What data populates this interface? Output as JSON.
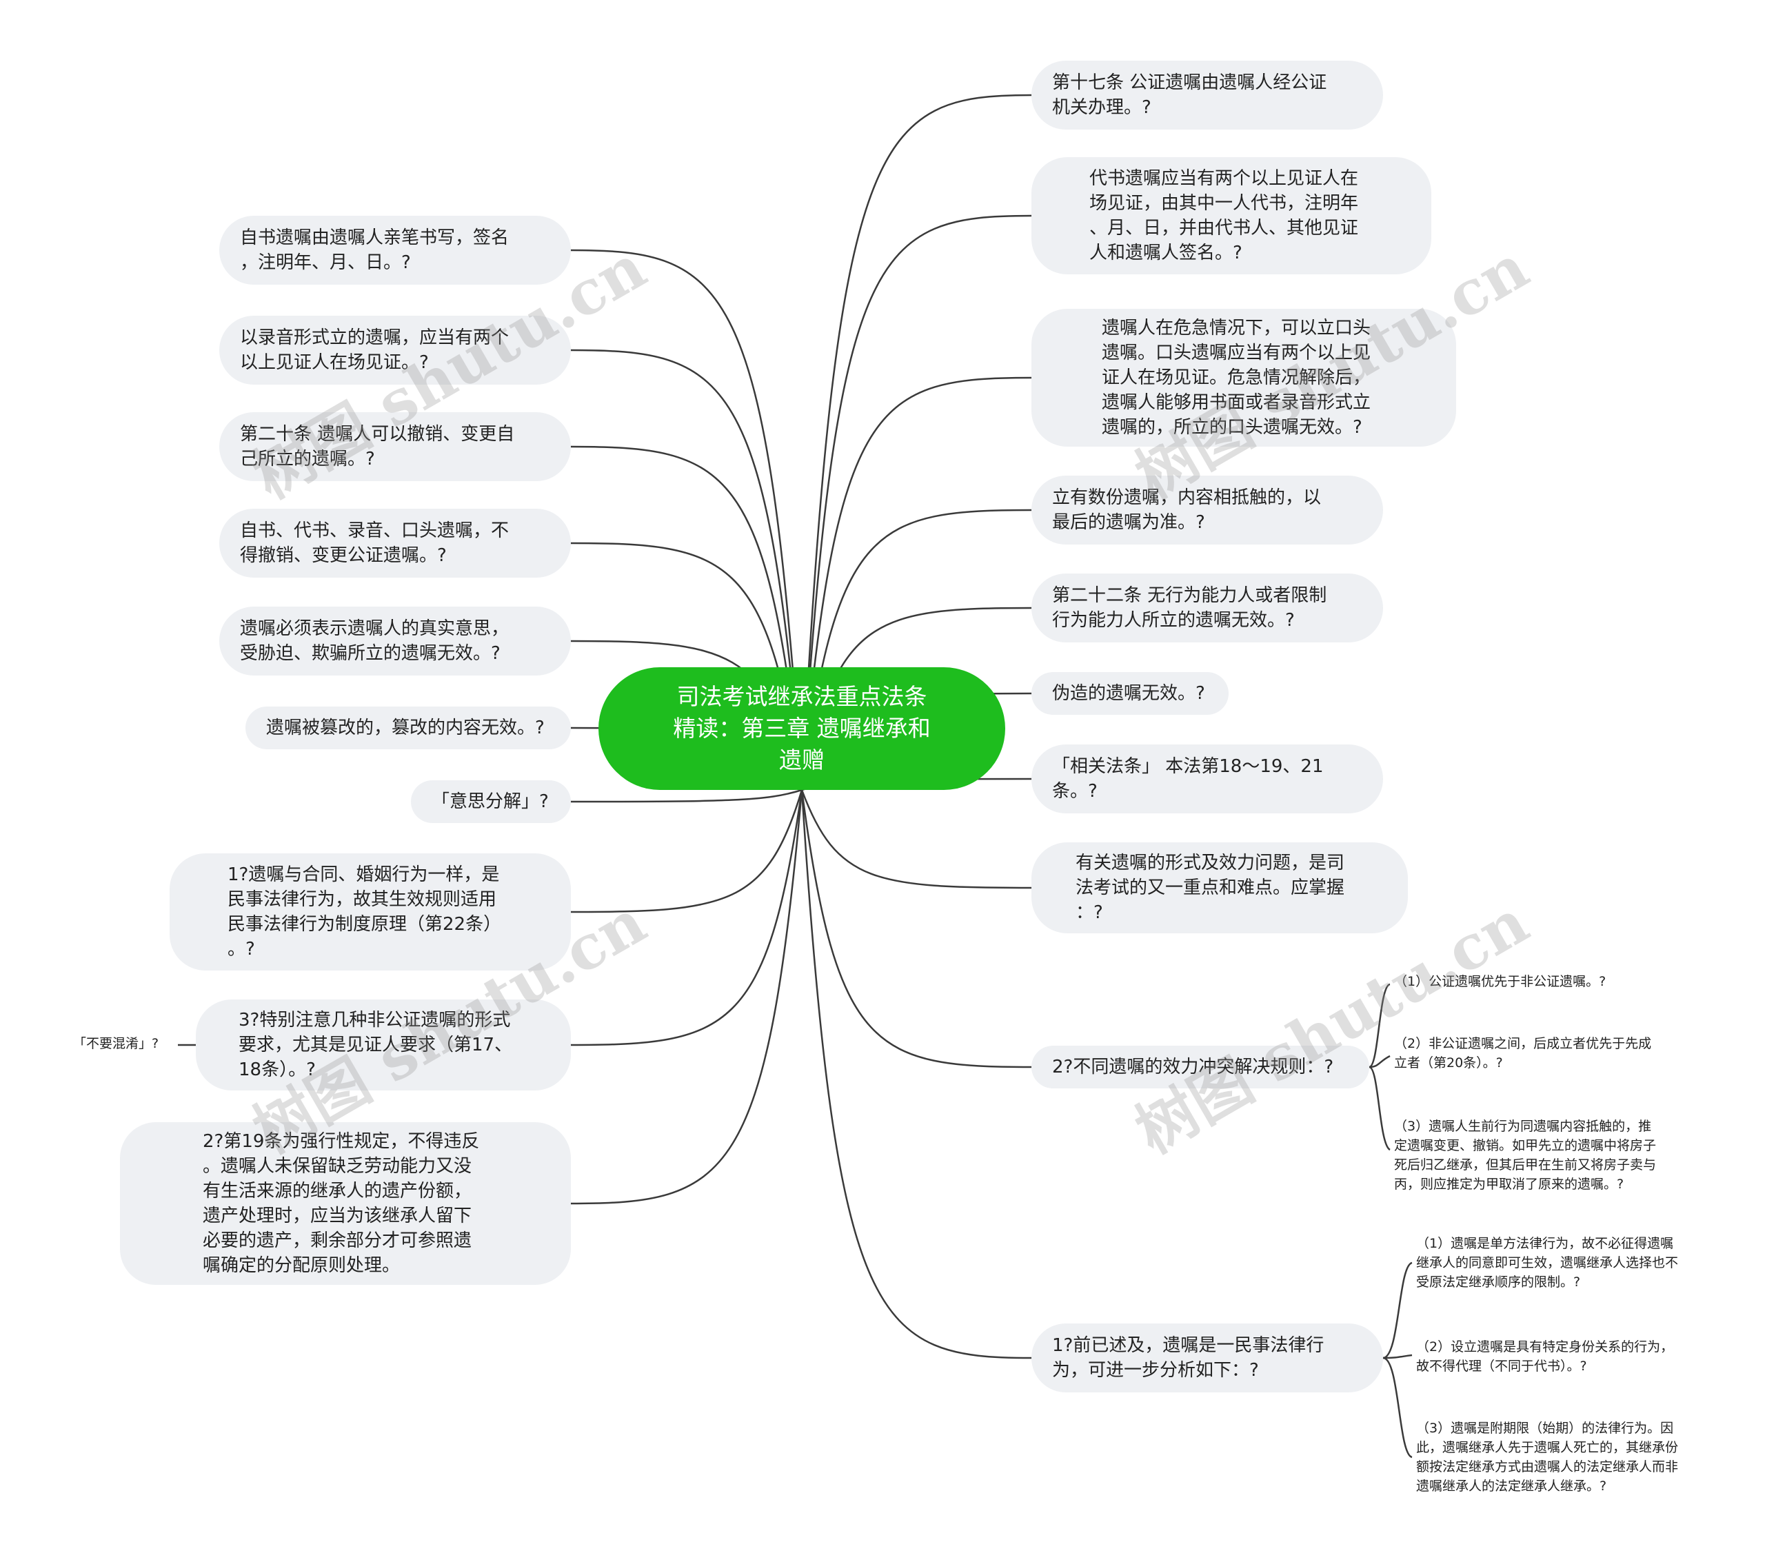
{
  "central": "司法考试继承法重点法条\n精读：第三章 遗嘱继承和\n遗赠",
  "left_nodes": [
    "自书遗嘱由遗嘱人亲笔书写，签名\n，注明年、月、日。?",
    "以录音形式立的遗嘱，应当有两个\n以上见证人在场见证。?",
    "第二十条 遗嘱人可以撤销、变更自\n己所立的遗嘱。?",
    "自书、代书、录音、口头遗嘱，不\n得撤销、变更公证遗嘱。?",
    "遗嘱必须表示遗嘱人的真实意思，\n受胁迫、欺骗所立的遗嘱无效。?",
    "遗嘱被篡改的，篡改的内容无效。?",
    "「意思分解」?",
    "1?遗嘱与合同、婚姻行为一样，是\n民事法律行为，故其生效规则适用\n民事法律行为制度原理（第22条）\n。?",
    "3?特别注意几种非公证遗嘱的形式\n要求，尤其是见证人要求（第17、\n18条）。?",
    "2?第19条为强行性规定，不得违反\n。遗嘱人未保留缺乏劳动能力又没\n有生活来源的继承人的遗产份额，\n遗产处理时，应当为该继承人留下\n必要的遗产，剩余部分才可参照遗\n嘱确定的分配原则处理。"
  ],
  "left_leaf": "「不要混淆」?",
  "right_nodes": [
    "第十七条 公证遗嘱由遗嘱人经公证\n机关办理。?",
    "代书遗嘱应当有两个以上见证人在\n场见证，由其中一人代书，注明年\n、月、日，并由代书人、其他见证\n人和遗嘱人签名。?",
    "遗嘱人在危急情况下，可以立口头\n遗嘱。口头遗嘱应当有两个以上见\n证人在场见证。危急情况解除后，\n遗嘱人能够用书面或者录音形式立\n遗嘱的，所立的口头遗嘱无效。?",
    "立有数份遗嘱，内容相抵触的，以\n最后的遗嘱为准。?",
    "第二十二条 无行为能力人或者限制\n行为能力人所立的遗嘱无效。?",
    "伪造的遗嘱无效。?",
    "「相关法条」 本法第18～19、21\n条。?",
    "有关遗嘱的形式及效力问题，是司\n法考试的又一重点和难点。应掌握\n：?",
    "2?不同遗嘱的效力冲突解决规则：?",
    "1?前已述及，遗嘱是一民事法律行\n为，可进一步分析如下：?"
  ],
  "conflict_leaves": [
    "（1）公证遗嘱优先于非公证遗嘱。?",
    "（2）非公证遗嘱之间，后成立者优先于先成\n立者（第20条）。?",
    "（3）遗嘱人生前行为同遗嘱内容抵触的，推\n定遗嘱变更、撤销。如甲先立的遗嘱中将房子\n死后归乙继承，但其后甲在生前又将房子卖与\n丙，则应推定为甲取消了原来的遗嘱。?"
  ],
  "analysis_leaves": [
    "（1）遗嘱是单方法律行为，故不必征得遗嘱\n继承人的同意即可生效，遗嘱继承人选择也不\n受原法定继承顺序的限制。?",
    "（2）设立遗嘱是具有特定身份关系的行为，\n故不得代理（不同于代书）。?",
    "（3）遗嘱是附期限（始期）的法律行为。因\n此，遗嘱继承人先于遗嘱人死亡的，其继承份\n额按法定继承方式由遗嘱人的法定继承人而非\n遗嘱继承人的法定继承人继承。?"
  ],
  "watermarks": [
    "树图 shutu.cn",
    "树图 shutu.cn",
    "树图 shutu.cn",
    "树图 shutu.cn"
  ],
  "colors": {
    "central": "#1ebd1e",
    "node": "#eef0f3",
    "line": "#3a3a3a"
  }
}
